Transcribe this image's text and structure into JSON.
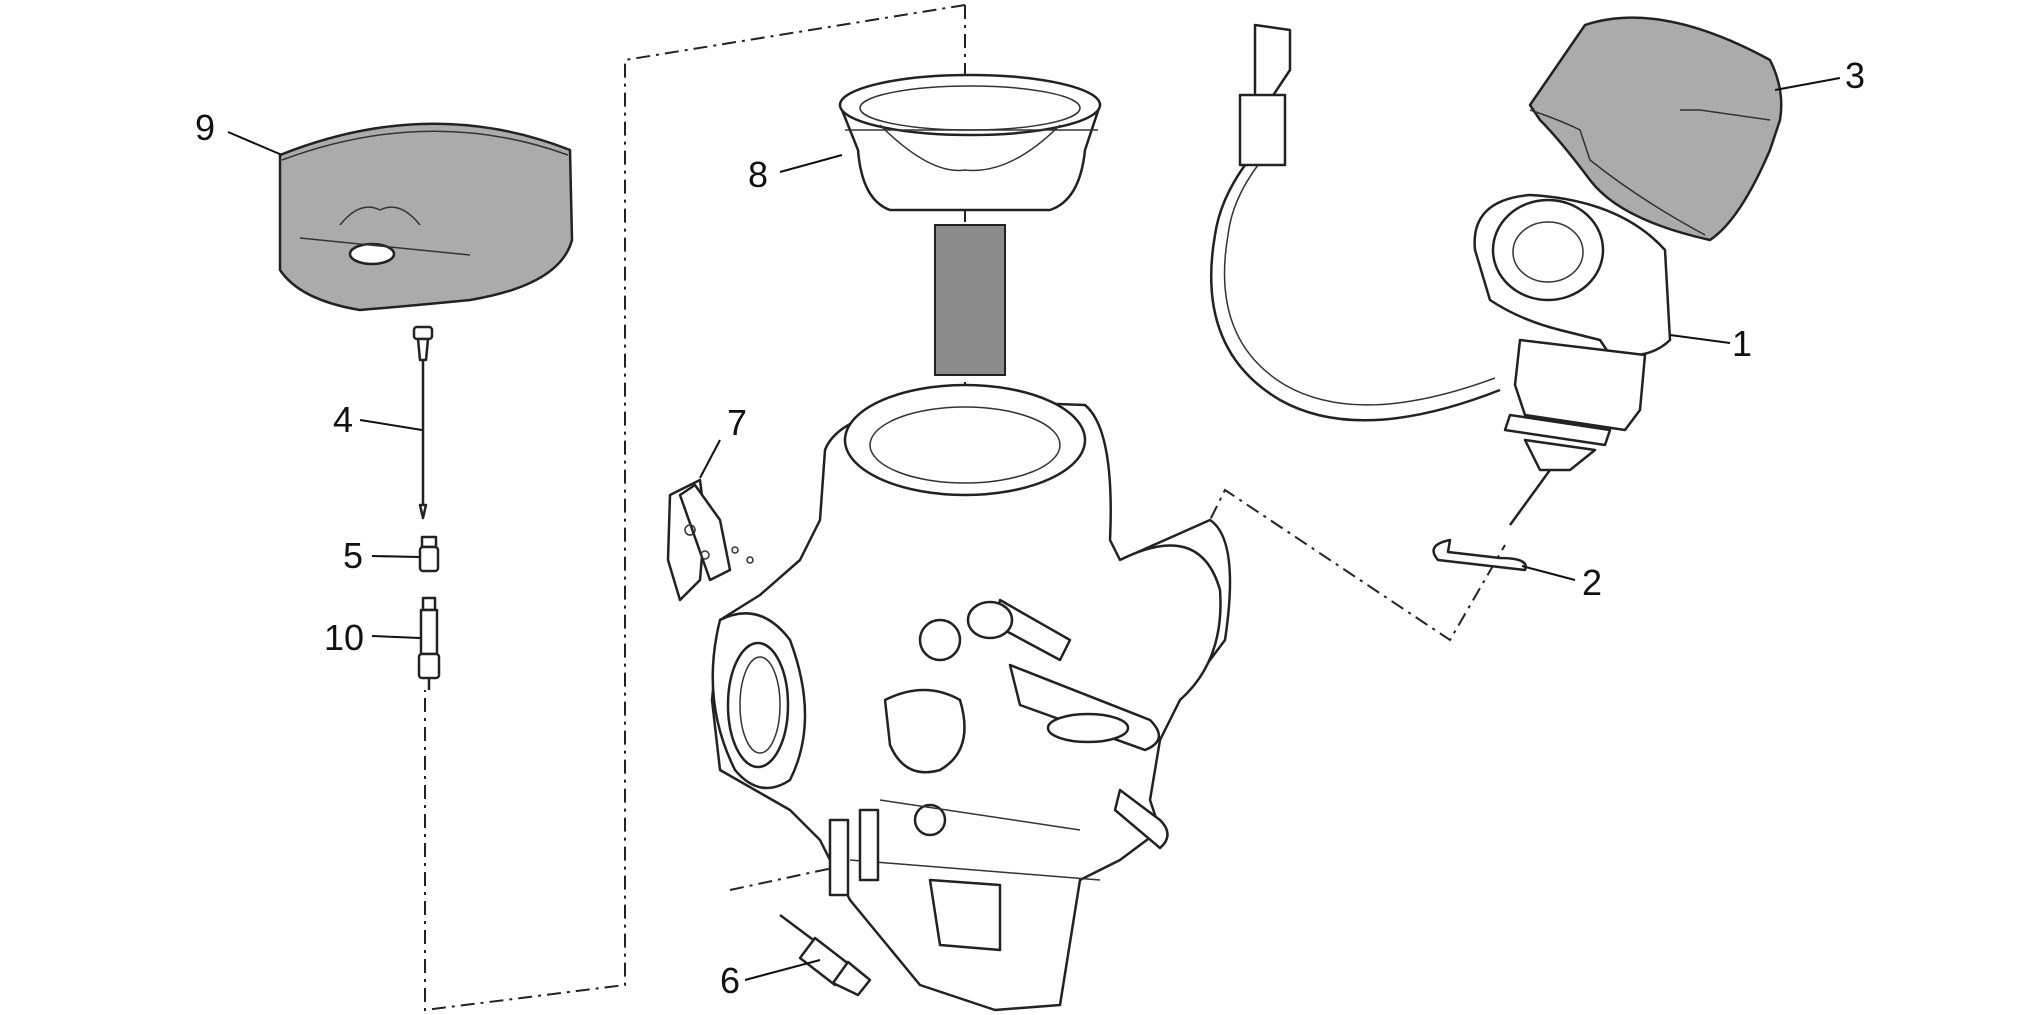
{
  "callouts": {
    "c1": "1",
    "c2": "2",
    "c3": "3",
    "c4": "4",
    "c5": "5",
    "c6": "6",
    "c7": "7",
    "c8": "8",
    "c9": "9",
    "c10": "10"
  },
  "colors": {
    "line": "#222222",
    "part_fill": "#ffffff",
    "shaded_part": "#ababab",
    "background": "#ffffff"
  }
}
